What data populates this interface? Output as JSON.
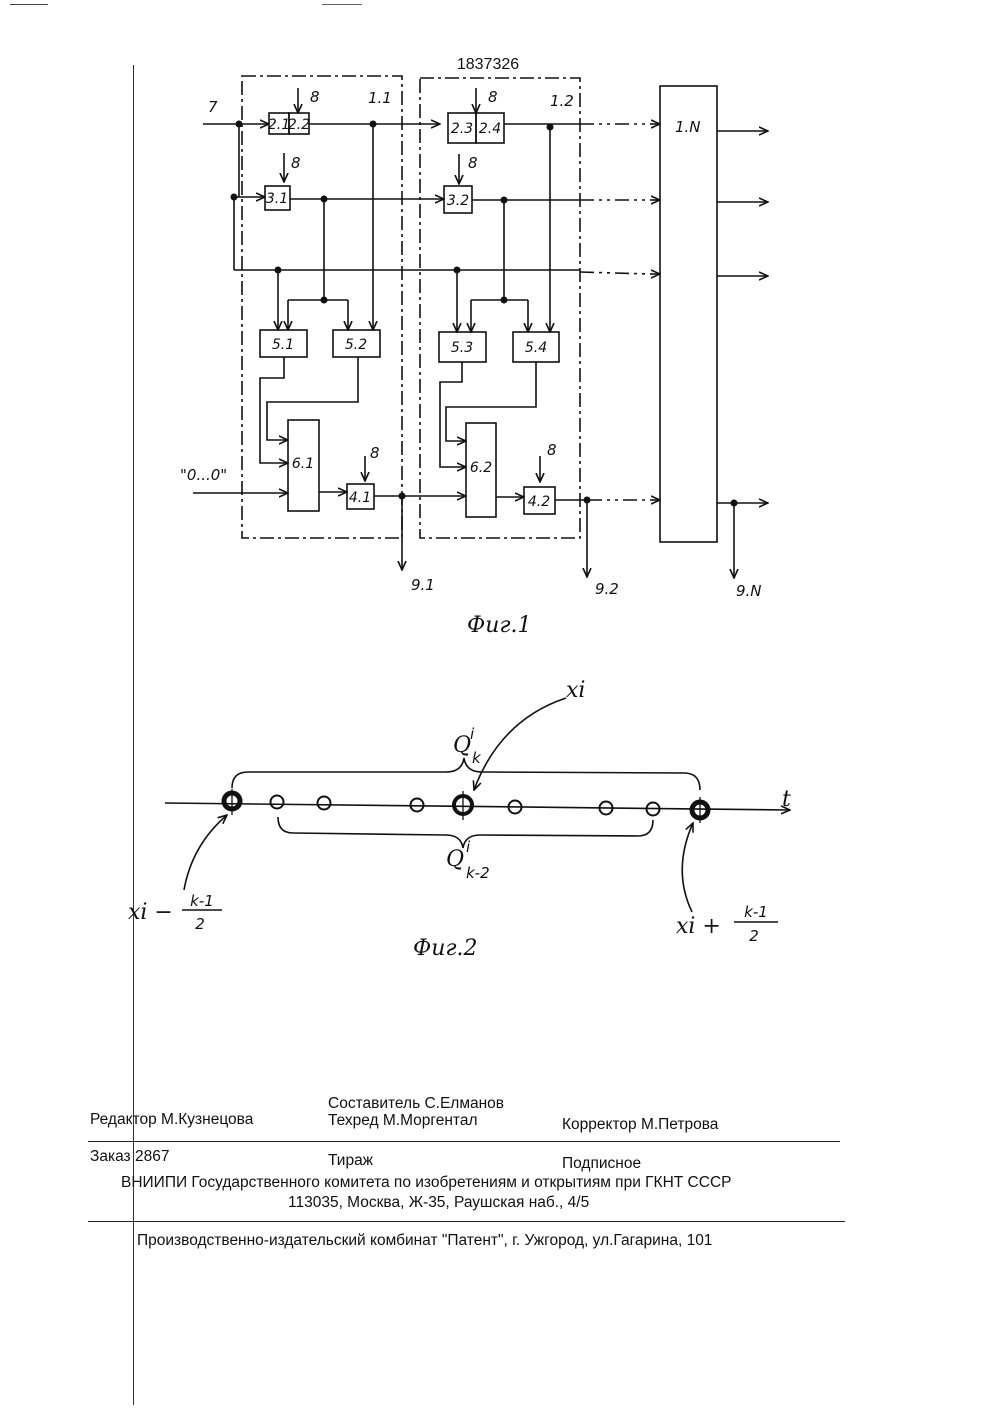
{
  "header": {
    "patent_number": "1837326"
  },
  "figure1": {
    "caption": "Фиг.1",
    "input_label": "7",
    "clock_label": "8",
    "zero_input": "\"0...0\"",
    "module_labels": [
      "1.1",
      "1.2",
      "1.N"
    ],
    "blocks": {
      "b21": "2.1",
      "b22": "2.2",
      "b23": "2.3",
      "b24": "2.4",
      "b31": "3.1",
      "b32": "3.2",
      "b51": "5.1",
      "b52": "5.2",
      "b53": "5.3",
      "b54": "5.4",
      "b61": "6.1",
      "b62": "6.2",
      "b41": "4.1",
      "b42": "4.2"
    },
    "outputs": [
      "9.1",
      "9.2",
      "9.N"
    ]
  },
  "figure2": {
    "caption": "Фиг.2",
    "axis_label": "t",
    "point_label": "xi",
    "upper_brace": "Q",
    "upper_brace_sup": "i",
    "upper_brace_sub": "k",
    "lower_brace": "Q",
    "lower_brace_sup": "i",
    "lower_brace_sub": "k-2",
    "left_label": "xi −",
    "left_frac_num": "k-1",
    "left_frac_den": "2",
    "right_label": "xi +",
    "right_frac_num": "k-1",
    "right_frac_den": "2"
  },
  "imprint": {
    "compiler": "Составитель  С.Елманов",
    "editor": "Редактор  М.Кузнецова",
    "techred": "Техред М.Моргентал",
    "corrector": "Корректор М.Петрова",
    "order": "Заказ  2867",
    "circulation": "Тираж",
    "subscription": "Подписное",
    "publisher": "ВНИИПИ Государственного комитета по изобретениям и открытиям при ГКНТ СССР",
    "address": "113035, Москва, Ж-35, Раушская наб., 4/5",
    "plant": "Производственно-издательский комбинат \"Патент\", г. Ужгород, ул.Гагарина, 101"
  }
}
